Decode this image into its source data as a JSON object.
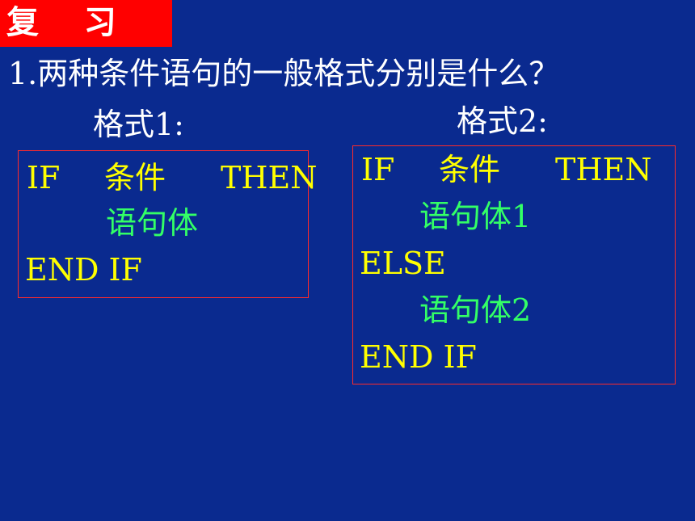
{
  "header": {
    "badge_label": "复    习",
    "question": "1.两种条件语句的一般格式分别是什么？"
  },
  "format1": {
    "label": "格式1:",
    "line1_if": "IF",
    "line1_cond": "条件",
    "line1_then": "THEN",
    "line2_body": "语句体",
    "line3_end": "END IF"
  },
  "format2": {
    "label": "格式2:",
    "line1_if": "IF",
    "line1_cond": "条件",
    "line1_then": "THEN",
    "line2_body": "语句体1",
    "line3_else": "ELSE",
    "line4_body": "语句体2",
    "line5_end": "END IF"
  },
  "colors": {
    "background": "#0a2a8f",
    "badge": "#ff0000",
    "keyword": "#ffff00",
    "statement": "#33ff66",
    "box_border": "#ff2a2a"
  }
}
